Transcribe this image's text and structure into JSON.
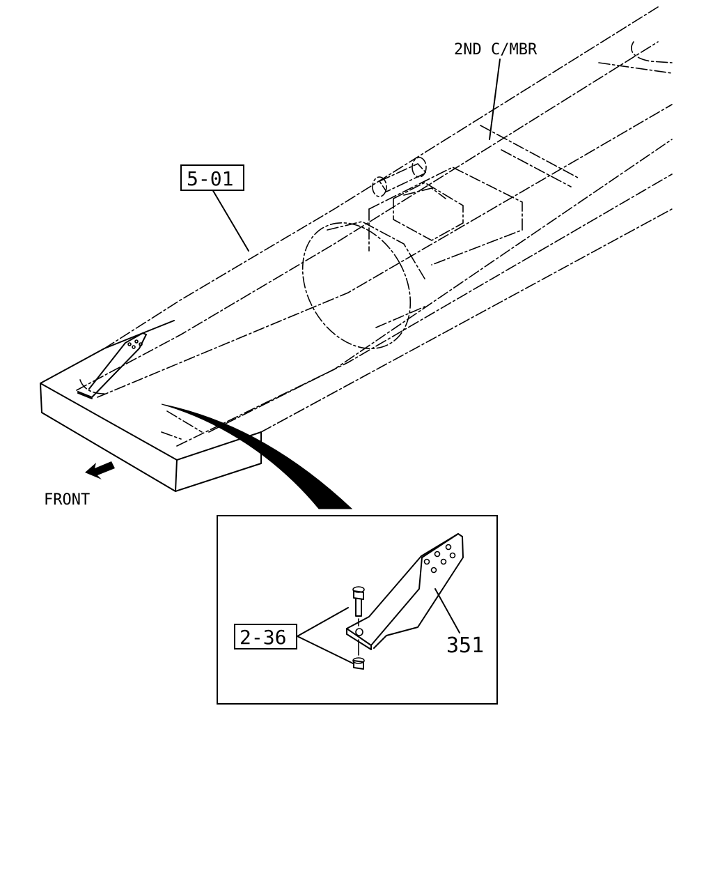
{
  "labels": {
    "ref_5_01": "5-01",
    "second_crossmember": "2ND C/MBR",
    "front": "FRONT",
    "ref_2_36": "2-36",
    "part_351": "351"
  },
  "icons": {
    "front_arrow": "arrow-left-icon"
  }
}
